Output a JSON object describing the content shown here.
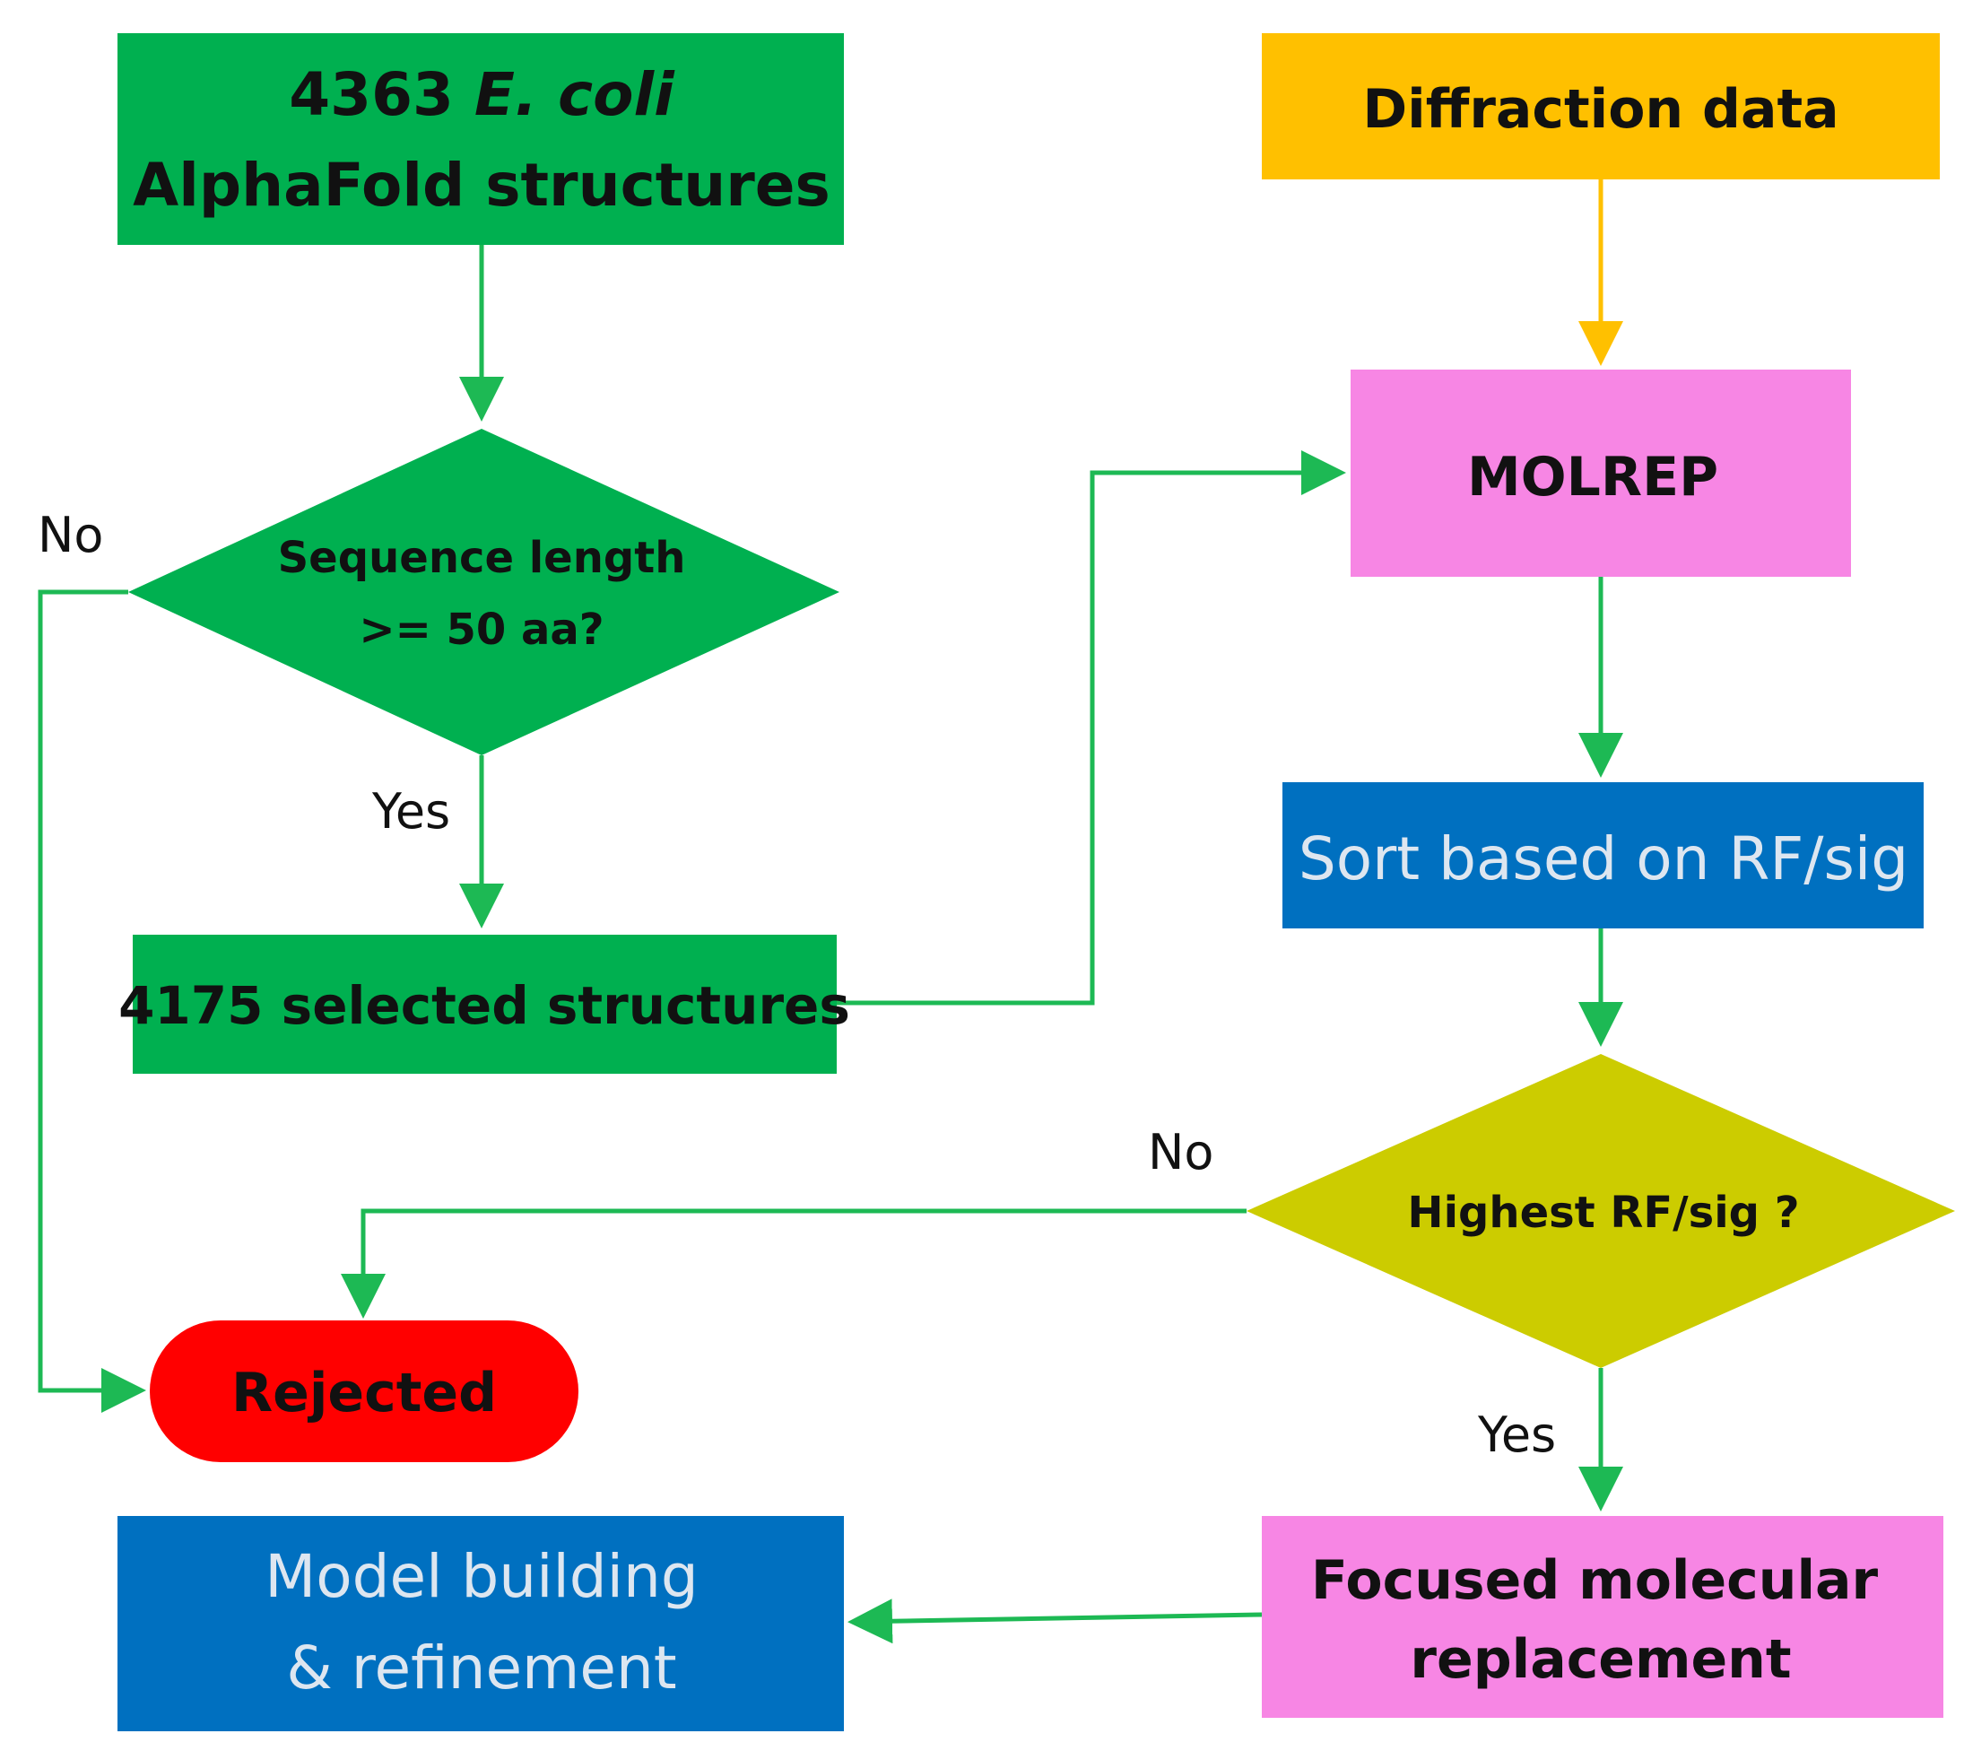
{
  "nodes": {
    "alphafold": {
      "line1_count": "4363 ",
      "line1_species": "E. coli",
      "line2": "AlphaFold structures",
      "color": "#00b050"
    },
    "seq_length": {
      "line1": "Sequence length",
      "line2": ">= 50 aa?",
      "color": "#00b050"
    },
    "selected": {
      "label": "4175 selected structures",
      "color": "#00b050"
    },
    "diffraction": {
      "label": "Diffraction data",
      "color": "#ffc000"
    },
    "molrep": {
      "label": "MOLREP",
      "color": "#f786e4"
    },
    "sort": {
      "label": "Sort based on RF/sig",
      "color": "#0070c0"
    },
    "highest": {
      "label": "Highest RF/sig ?",
      "color": "#cccc00"
    },
    "rejected": {
      "label": "Rejected",
      "color": "#ff0000"
    },
    "focused": {
      "line1": "Focused molecular",
      "line2": "replacement",
      "color": "#f786e4"
    },
    "model": {
      "line1": "Model building",
      "line2": "& refinement",
      "color": "#0070c0"
    }
  },
  "edge_labels": {
    "seq_no": "No",
    "seq_yes": "Yes",
    "highest_no": "No",
    "highest_yes": "Yes"
  },
  "colors": {
    "green_arrow": "#1db954",
    "orange_arrow": "#ffc000",
    "dark_text": "#111111",
    "light_text": "#dde6f0"
  }
}
